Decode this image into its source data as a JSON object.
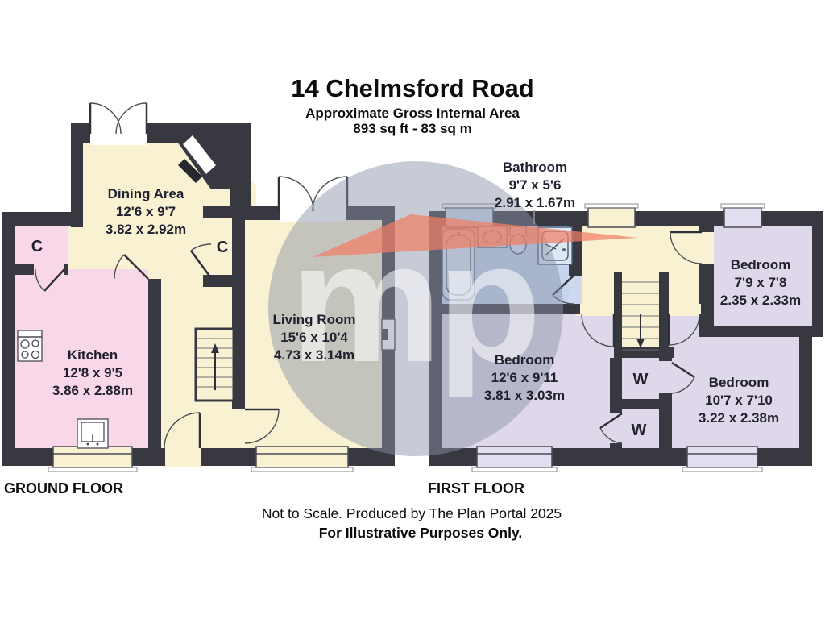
{
  "header": {
    "title": "14 Chelmsford Road",
    "subtitle1": "Approximate Gross Internal Area",
    "subtitle2": "893 sq ft - 83 sq m"
  },
  "floors": {
    "ground_label": "GROUND FLOOR",
    "first_label": "FIRST FLOOR"
  },
  "footer": {
    "line1": "Not to Scale. Produced by The Plan Portal 2025",
    "line2": "For Illustrative Purposes Only."
  },
  "rooms": {
    "dining": {
      "name": "Dining Area",
      "imperial": "12'6 x 9'7",
      "metric": "3.82 x 2.92m"
    },
    "kitchen": {
      "name": "Kitchen",
      "imperial": "12'8 x 9'5",
      "metric": "3.86 x 2.88m"
    },
    "living": {
      "name": "Living Room",
      "imperial": "15'6 x 10'4",
      "metric": "4.73 x 3.14m"
    },
    "bathroom": {
      "name": "Bathroom",
      "imperial": "9'7 x 5'6",
      "metric": "2.91 x 1.67m"
    },
    "bedroom1": {
      "name": "Bedroom",
      "imperial": "12'6 x 9'11",
      "metric": "3.81 x 3.03m"
    },
    "bedroom2": {
      "name": "Bedroom",
      "imperial": "7'9 x 7'8",
      "metric": "2.35 x 2.33m"
    },
    "bedroom3": {
      "name": "Bedroom",
      "imperial": "10'7 x 7'10",
      "metric": "3.22 x 2.38m"
    },
    "closet_label": "C",
    "wardrobe_label": "W"
  },
  "watermark": {
    "text": "mp"
  },
  "colors": {
    "wall": "#383841",
    "cream": "#f9f2d2",
    "pink": "#f8d8e8",
    "lavender": "#ded8ea",
    "bathroom_blue": "#c6d5ed",
    "watermark_red": "#f07e64",
    "watermark_gray": "#8a92a8"
  }
}
